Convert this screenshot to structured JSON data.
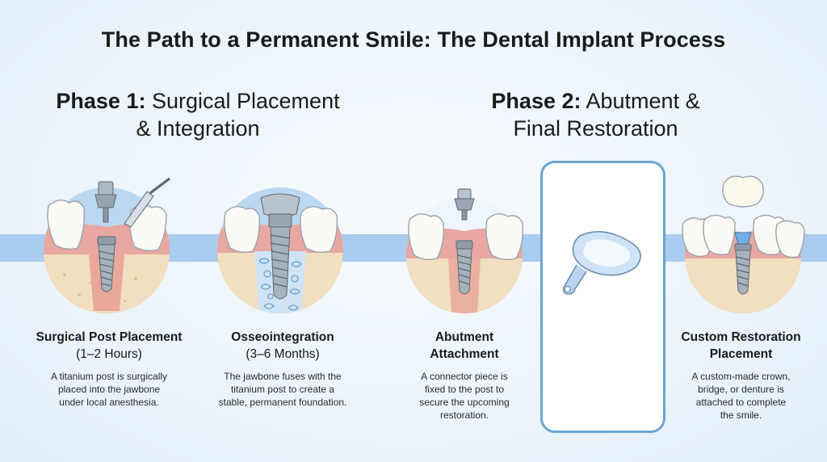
{
  "title": "The Path to a Permanent Smile: The Dental Implant Process",
  "phases": [
    {
      "label": "Phase 1:",
      "name_line1": "Surgical Placement",
      "name_line2": "& Integration"
    },
    {
      "label": "Phase 2:",
      "name_line1": "Abutment &",
      "name_line2": "Final Restoration"
    }
  ],
  "steps": [
    {
      "title": "Surgical Post Placement",
      "duration": "(1–2 Hours)",
      "desc": [
        "A titanium post is surgically",
        "placed into the jawbone",
        "under local anesthesia."
      ]
    },
    {
      "title": "Osseointegration",
      "duration": "(3–6 Months)",
      "desc": [
        "The jawbone fuses with the",
        "titanium post to create a",
        "stable, permanent foundation."
      ]
    },
    {
      "title_lines": [
        "Abutment",
        "Attachment"
      ],
      "desc": [
        "A connector piece is",
        "fixed to the post to",
        "secure the upcoming",
        "restoration."
      ]
    },
    {
      "title_lines": [
        "Custom Restoration",
        "Placement"
      ],
      "desc": [
        "A custom-made crown,",
        "bridge, or denture is",
        "attached to complete",
        "the smile."
      ]
    }
  ],
  "colors": {
    "band": "#a9cdee",
    "card_border": "#6aa6d2",
    "gum": "#e9a7a2",
    "bone": "#f1dfbf",
    "metal": "#9aa7b3",
    "tooth": "#fbfaf4"
  },
  "icons": [
    "implant-post-icon",
    "drill-icon",
    "bone-fusion-icon",
    "abutment-icon",
    "impression-tray-icon",
    "crown-icon"
  ]
}
